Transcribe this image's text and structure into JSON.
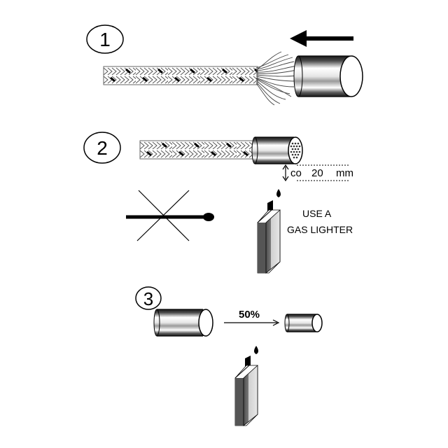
{
  "steps": {
    "step1": {
      "number": "1"
    },
    "step2": {
      "number": "2",
      "measure_prefix": "co",
      "measure_value": "20",
      "measure_unit": "mm",
      "instruction_line1": "USE A",
      "instruction_line2": "GAS LIGHTER"
    },
    "step3": {
      "number": "3",
      "shrink_label": "50%"
    }
  },
  "colors": {
    "ink": "#000000",
    "background": "#ffffff",
    "braid_light": "#d9d9d9",
    "metal_dark": "#3a3a3a",
    "metal_light": "#f0f0f0"
  },
  "icons": [
    "left-arrow-icon",
    "braided-sleeve-icon",
    "heat-shrink-tube-icon",
    "crossed-out-match-icon",
    "gas-lighter-icon",
    "right-arrow-icon"
  ]
}
